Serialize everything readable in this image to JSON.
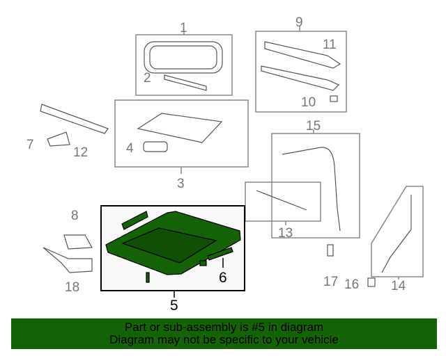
{
  "diagram": {
    "callouts": [
      "1",
      "2",
      "3",
      "4",
      "5",
      "6",
      "7",
      "8",
      "9",
      "10",
      "11",
      "12",
      "13",
      "14",
      "15",
      "16",
      "17",
      "18"
    ],
    "highlighted_part": "5",
    "highlight_color": "#156307"
  },
  "banner": {
    "line1": "Part or sub-assembly is #5 in diagram",
    "line2": "Diagram may not be specific to your vehicle"
  }
}
